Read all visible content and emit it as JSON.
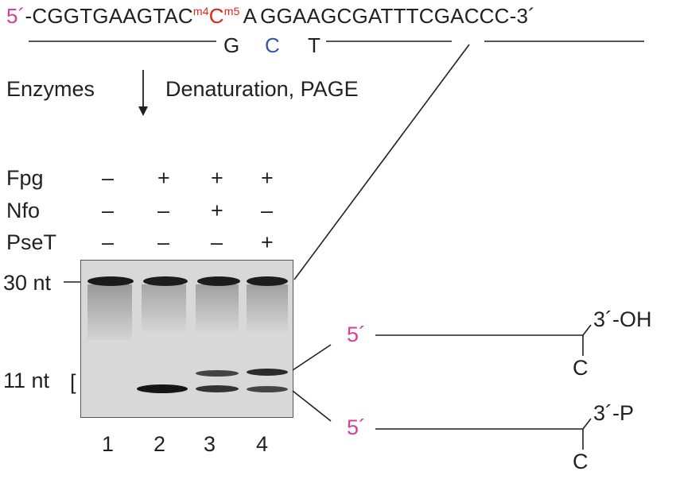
{
  "sequence": {
    "five_prime": "5´",
    "seq_left": "-CGGTGAAGTAC",
    "m4": "m4",
    "c_mod": "C",
    "m5": "m5",
    "a": "A",
    "seq_right": "GGAAGCGATTTCGACCC-3´",
    "comp_g": "G",
    "comp_c": "C",
    "comp_t": "T"
  },
  "procedure": {
    "left": "Enzymes",
    "right": "Denaturation, PAGE"
  },
  "conditions": {
    "rows": [
      {
        "name": "Fpg",
        "lanes": [
          "–",
          "+",
          "+",
          "+"
        ]
      },
      {
        "name": "Nfo",
        "lanes": [
          "–",
          "–",
          "+",
          "–"
        ]
      },
      {
        "name": "PseT",
        "lanes": [
          "–",
          "–",
          "–",
          "+"
        ]
      }
    ]
  },
  "gel": {
    "marker_30": "30 nt",
    "marker_11": "11 nt",
    "bracket": "[",
    "lane_numbers": [
      "1",
      "2",
      "3",
      "4"
    ]
  },
  "products": {
    "top": {
      "five_prime": "5´",
      "three_prime": "3´-OH",
      "base": "C"
    },
    "bottom": {
      "five_prime": "5´",
      "three_prime": "3´-P",
      "base": "C"
    }
  },
  "colors": {
    "pink": "#d6409a",
    "red": "#e2231a",
    "blue": "#3953a4"
  }
}
